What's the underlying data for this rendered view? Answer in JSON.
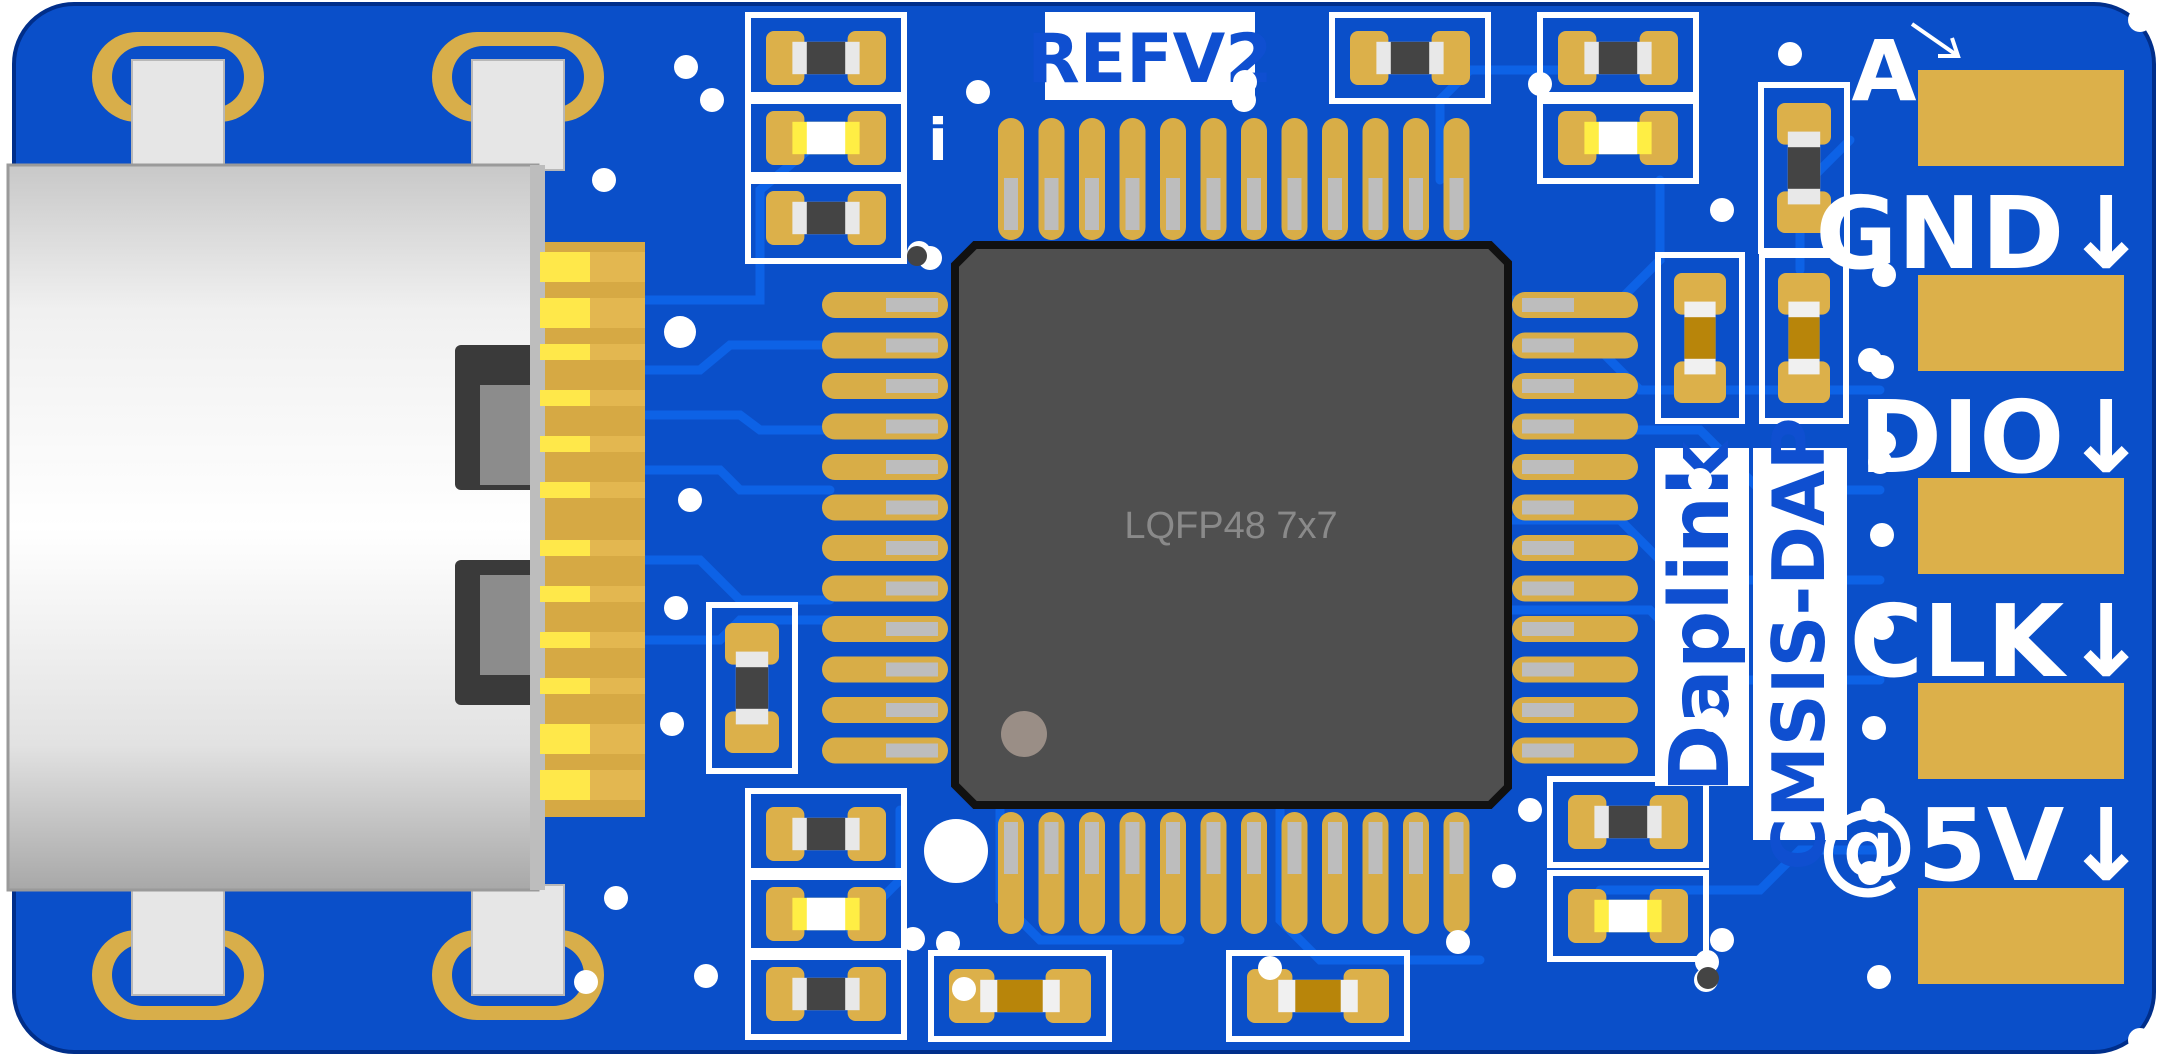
{
  "board": {
    "revision_label": "REFV2",
    "chip_label": "LQFP48  7x7",
    "brand_name": "Daplink",
    "brand_subtitle": "CMSIS-DAP",
    "corner_label": "A",
    "pin_marker": "i"
  },
  "header_pins": [
    {
      "label": ""
    },
    {
      "label": "GND↓"
    },
    {
      "label": "DIO↓"
    },
    {
      "label": "CLK↓"
    },
    {
      "label": "@5V↓"
    }
  ],
  "colors": {
    "board": "#0a4fc9",
    "board_light": "#1a66e8",
    "trace": "#0d58d8",
    "pad": "#dcb04a",
    "silkscreen": "#ffffff",
    "chip_body": "#505050",
    "connector_metal": "#d8d8d8"
  }
}
